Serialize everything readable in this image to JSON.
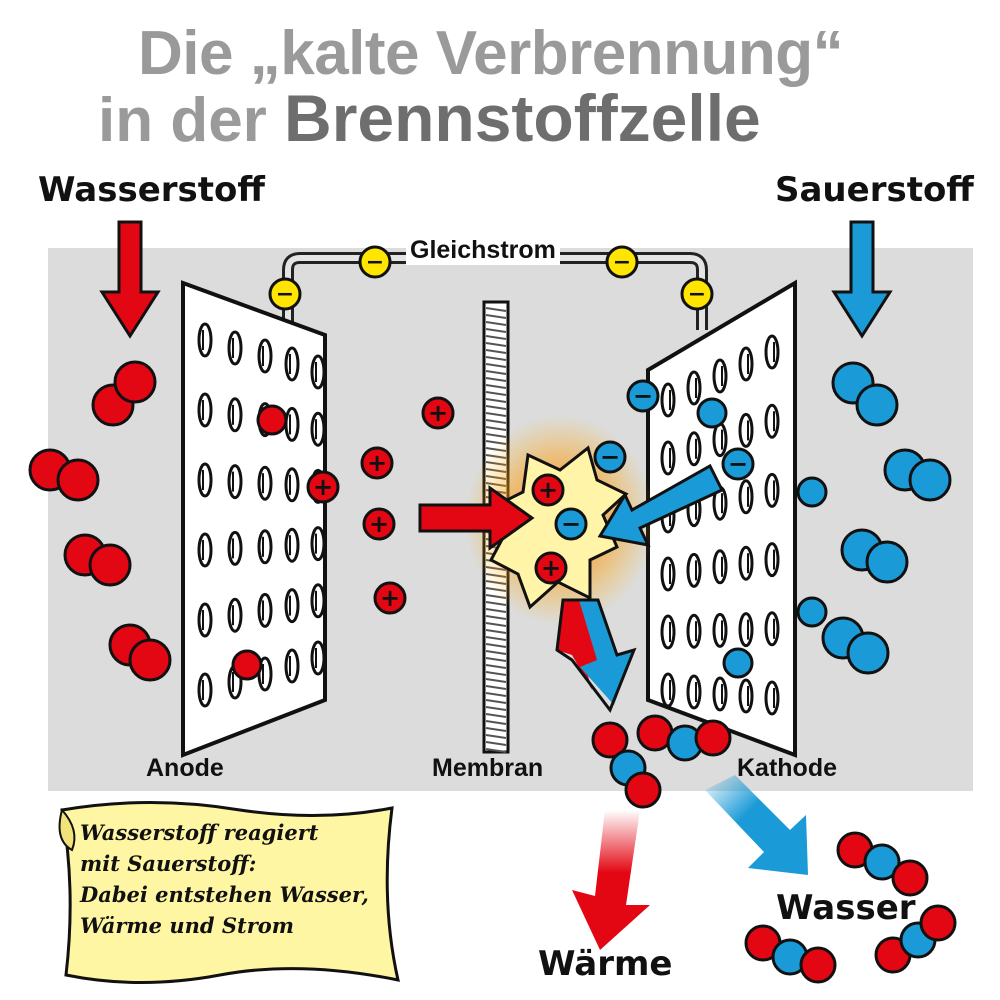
{
  "title": {
    "line1": "Die „kalte Verbrennung“",
    "line2_prefix": "in der ",
    "line2_emphasis": "Brennstoffzelle"
  },
  "inputs": {
    "left": "Wasserstoff",
    "right": "Sauerstoff"
  },
  "circuit": {
    "label": "Gleichstrom",
    "electron_symbol": "−"
  },
  "components": {
    "anode": "Anode",
    "membrane": "Membran",
    "cathode": "Kathode"
  },
  "particles": {
    "proton_symbol": "+",
    "electron_symbol": "−"
  },
  "outputs": {
    "heat": "Wärme",
    "water": "Wasser"
  },
  "note": {
    "lines": [
      "Wasserstoff reagiert",
      "mit Sauerstoff:",
      "Dabei entstehen Wasser,",
      "Wärme und Strom"
    ]
  },
  "colors": {
    "hydrogen": "#e30613",
    "oxygen": "#1a9ad6",
    "electron": "#ffe500",
    "background_panel": "#dcdcdc",
    "title_gray": "#9a9a9a"
  }
}
